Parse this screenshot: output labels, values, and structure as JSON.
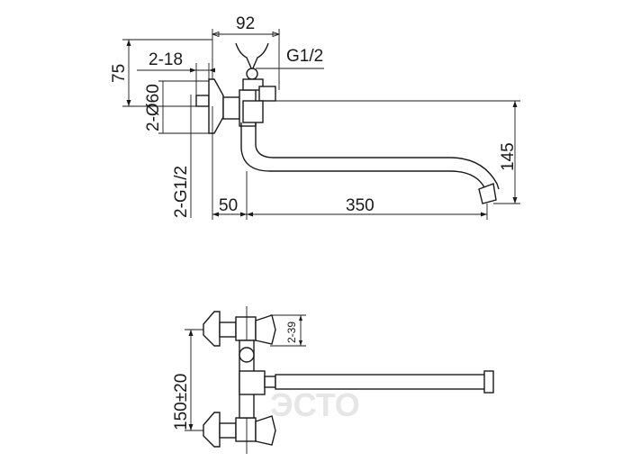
{
  "top_view": {
    "dim_width": "92",
    "dim_thread_outlet": "G1/2",
    "dim_height": "75",
    "dim_connection": "2-18",
    "dim_flange": "2-Ø60",
    "dim_inlet_thread": "2-G1/2",
    "dim_offset": "50",
    "dim_spout_length": "350",
    "dim_spout_height": "145"
  },
  "side_view": {
    "dim_handle": "2-39",
    "dim_centers": "150±20"
  },
  "watermark": "ЭСТО"
}
